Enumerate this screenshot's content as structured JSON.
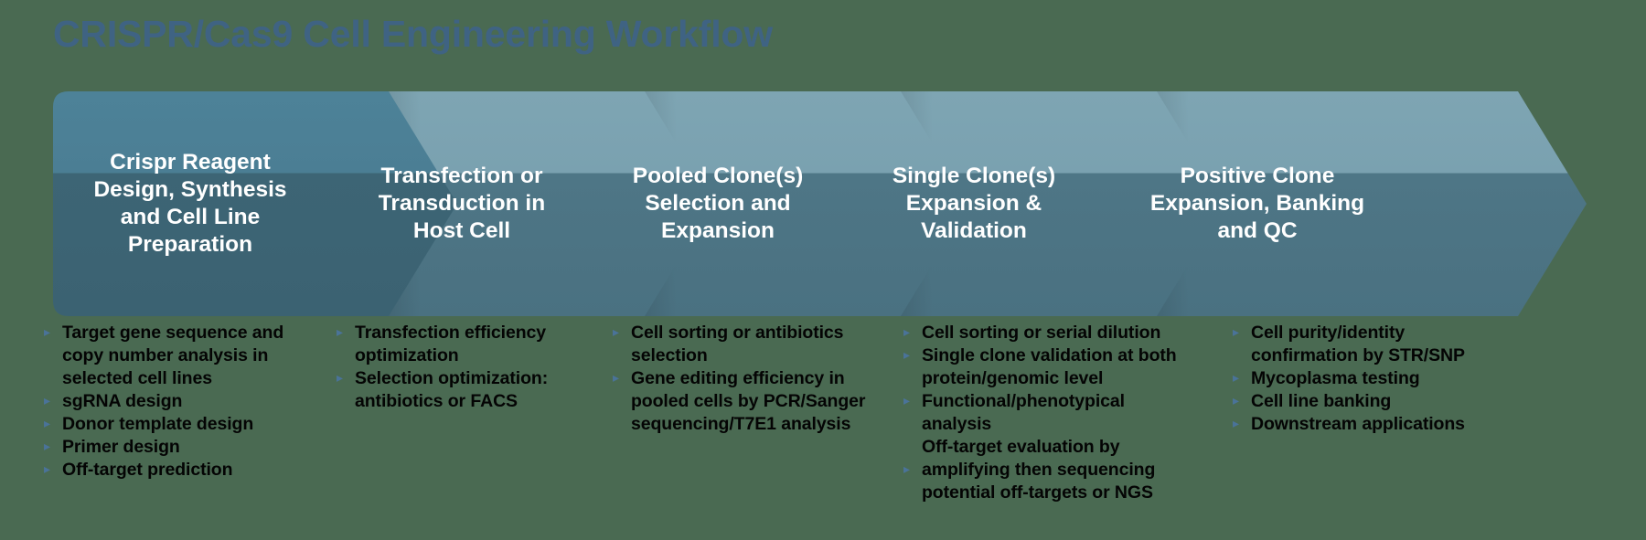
{
  "title": "CRISPR/Cas9 Cell Engineering Workflow",
  "colors": {
    "background": "#4a6a52",
    "title_text": "#3f6383",
    "chevron_top": "#7ba1b0",
    "chevron_bottom": "#4e7686",
    "chevron_first_top": "#4a7f95",
    "chevron_first_bottom": "#3c6374",
    "bullet_marker": "#4a7399",
    "bullet_text": "#040404",
    "step_label_text": "#ffffff"
  },
  "steps": [
    {
      "id": "step-1",
      "label": "Crispr Reagent\nDesign, Synthesis\nand Cell Line\nPreparation",
      "bullets": [
        {
          "marker": "▸",
          "text": "Target gene sequence and copy number analysis in selected cell lines"
        },
        {
          "marker": "▸",
          "text": "sgRNA design"
        },
        {
          "marker": "▸",
          "text": "Donor template design"
        },
        {
          "marker": "▸",
          "text": "Primer design"
        },
        {
          "marker": "▸",
          "text": "Off-target prediction"
        }
      ]
    },
    {
      "id": "step-2",
      "label": "Transfection or\nTransduction in\nHost Cell",
      "bullets": [
        {
          "marker": "▸",
          "text": "Transfection efficiency optimization"
        },
        {
          "marker": "▸",
          "text": "Selection optimization: antibiotics or FACS"
        }
      ]
    },
    {
      "id": "step-3",
      "label": "Pooled Clone(s)\nSelection and\nExpansion",
      "bullets": [
        {
          "marker": "▸",
          "text": "Cell sorting or antibiotics selection"
        },
        {
          "marker": "▸",
          "text": "Gene editing efficiency in pooled cells by PCR/Sanger sequencing/T7E1 analysis"
        }
      ]
    },
    {
      "id": "step-4",
      "label": "Single Clone(s)\nExpansion &\nValidation",
      "bullets": [
        {
          "marker": "▸",
          "text": "Cell sorting or serial dilution"
        },
        {
          "marker": "▸",
          "text": "Single clone validation at both protein/genomic level"
        },
        {
          "marker": "▸",
          "text": "Functional/phenotypical analysis"
        },
        {
          "marker": "",
          "text": "Off-target evaluation by"
        },
        {
          "marker": "▸",
          "text": "amplifying then sequencing potential off-targets or NGS"
        }
      ]
    },
    {
      "id": "step-5",
      "label": "Positive Clone\nExpansion, Banking\nand QC",
      "bullets": [
        {
          "marker": "▸",
          "text": "Cell purity/identity confirmation by STR/SNP"
        },
        {
          "marker": "▸",
          "text": "Mycoplasma testing"
        },
        {
          "marker": "▸",
          "text": "Cell line banking"
        },
        {
          "marker": "▸",
          "text": "Downstream applications"
        }
      ]
    }
  ]
}
